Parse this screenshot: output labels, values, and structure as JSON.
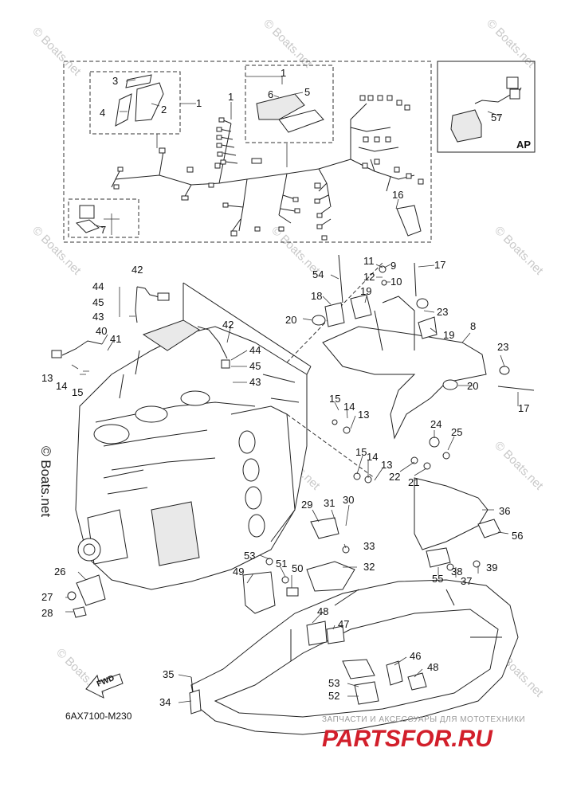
{
  "watermark": "© Boats.net",
  "diagram_code": "6AX7100-M230",
  "inset_label": "AP",
  "fwd_label": "FWD",
  "footer": {
    "subtitle": "ЗАПЧАСТИ И АКСЕССУАРЫ ДЛЯ МОТОТЕХНИКИ",
    "brand": "PARTSFOR.RU"
  },
  "callouts": [
    "1",
    "1",
    "1",
    "2",
    "3",
    "4",
    "5",
    "6",
    "7",
    "57",
    "16",
    "42",
    "44",
    "45",
    "43",
    "40",
    "41",
    "13",
    "14",
    "15",
    "42",
    "44",
    "45",
    "43",
    "54",
    "11",
    "12",
    "9",
    "10",
    "17",
    "18",
    "19",
    "20",
    "23",
    "19",
    "8",
    "23",
    "20",
    "17",
    "15",
    "14",
    "13",
    "15",
    "14",
    "13",
    "24",
    "25",
    "22",
    "21",
    "29",
    "31",
    "30",
    "36",
    "56",
    "33",
    "32",
    "55",
    "38",
    "37",
    "39",
    "53",
    "51",
    "50",
    "49",
    "26",
    "27",
    "28",
    "48",
    "47",
    "46",
    "48",
    "53",
    "52",
    "35",
    "34"
  ]
}
